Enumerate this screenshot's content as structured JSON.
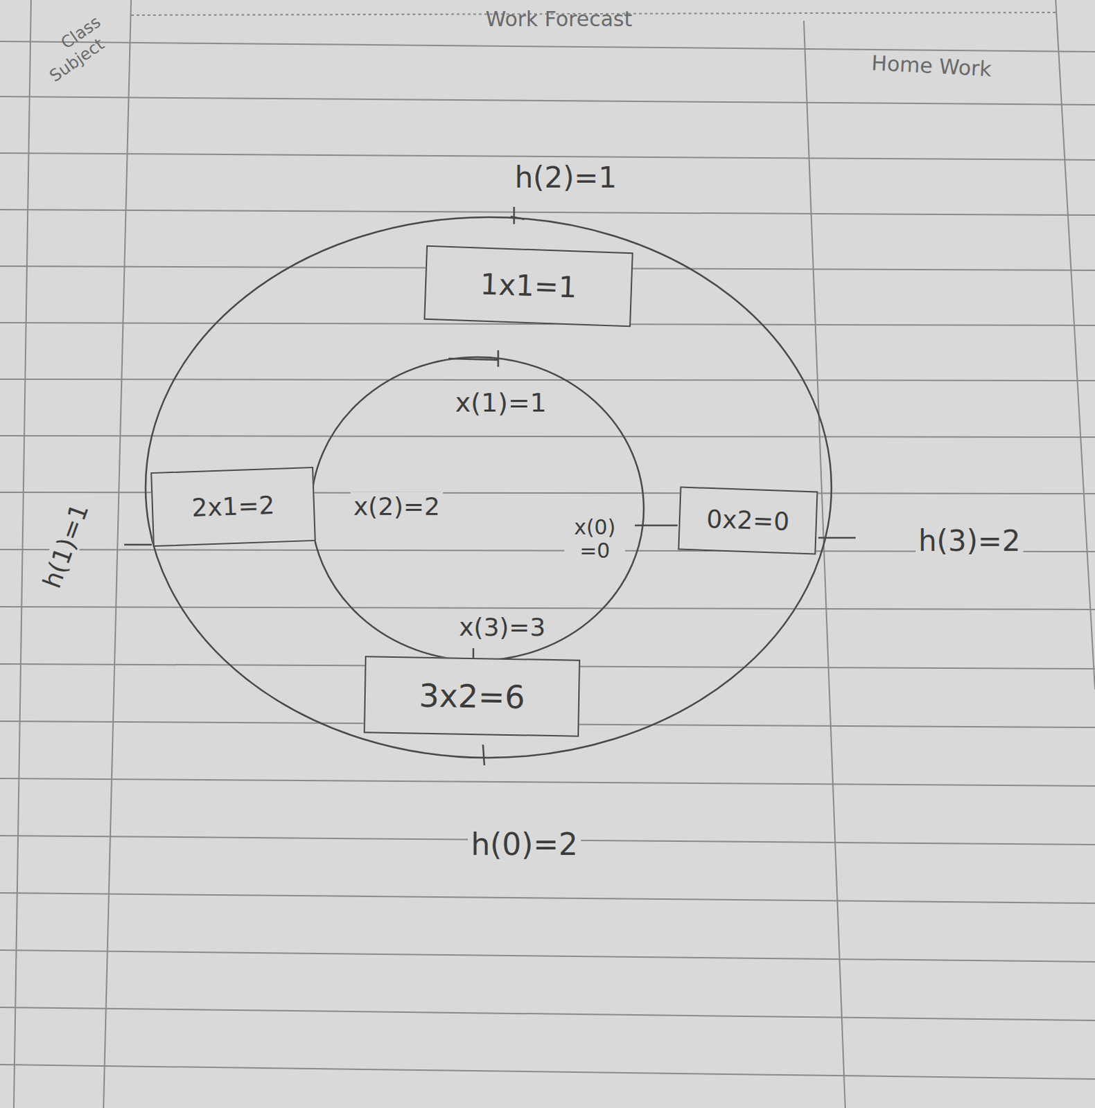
{
  "diagram": {
    "nodes": [
      {
        "text": [
          "1x1=1"
        ]
      },
      {
        "text": [
          "2x1=2"
        ]
      },
      {
        "text": [
          "0x2=0"
        ]
      },
      {
        "text": [
          "3x2=6"
        ]
      }
    ],
    "labels": [
      "Work Forecast",
      "Class",
      "Subject",
      "Home Work",
      "h(2)=1",
      "x(1)=1",
      "x(2)=2",
      "x(0)=0",
      "h(1)=1",
      "h(3)=2",
      "x(3)=3",
      "h(0)=2"
    ]
  }
}
